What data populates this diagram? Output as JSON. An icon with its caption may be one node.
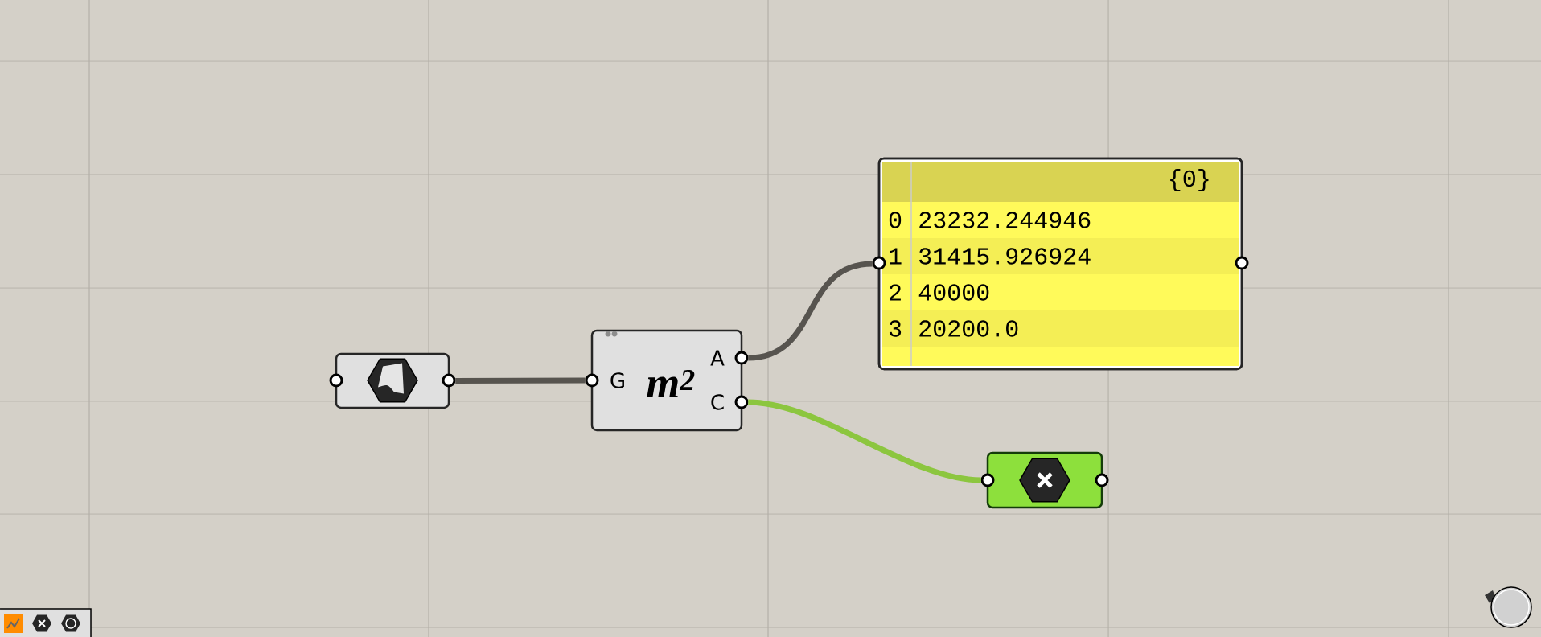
{
  "diagram": {
    "nodes": [
      {
        "text": [],
        "shape": "box"
      },
      {
        "text": [
          "G",
          "m$^{2}$",
          "A",
          "C"
        ]
      },
      {
        "text": [
          "{0}",
          "0",
          "23232.244946",
          "1",
          "31415.926924",
          "2",
          "40000",
          "3",
          "20200.0"
        ]
      },
      {
        "text": [],
        "shape": "box"
      }
    ],
    "edges": [
      {
        "from": 0,
        "to": 1,
        "arrow": "none"
      },
      {
        "from": 1,
        "to": 2,
        "arrow": "none"
      },
      {
        "from": 1,
        "to": 3,
        "arrow": "none",
        "color": "#8cc63f"
      }
    ]
  }
}
